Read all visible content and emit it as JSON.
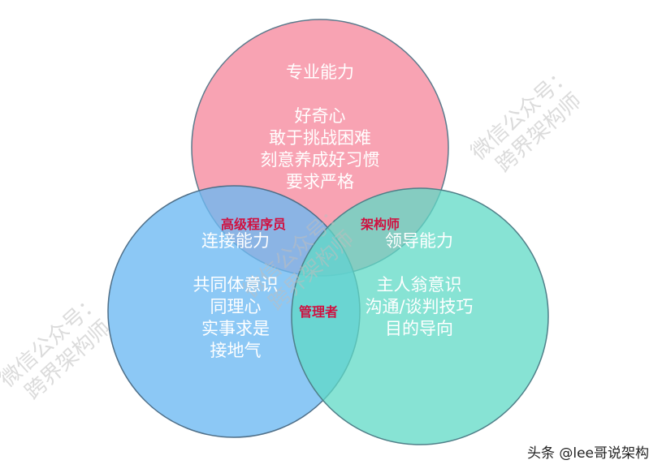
{
  "diagram": {
    "type": "venn",
    "circles": [
      {
        "id": "pro",
        "title": "专业能力",
        "items": [
          "好奇心",
          "敢于挑战困难",
          "刻意养成好习惯",
          "要求严格"
        ],
        "color": "#f8a3b3"
      },
      {
        "id": "connect",
        "title": "连接能力",
        "items": [
          "共同体意识",
          "同理心",
          "实事求是",
          "接地气"
        ],
        "color": "#86c7f5"
      },
      {
        "id": "lead",
        "title": "领导能力",
        "items": [
          "主人翁意识",
          "沟通/谈判技巧",
          "目的导向"
        ],
        "color": "#80e3d4"
      }
    ],
    "intersections": {
      "pro_connect": "高级程序员",
      "pro_lead": "架构师",
      "connect_lead": "管理者"
    }
  },
  "watermark": {
    "line1": "微信公众号：",
    "line2": "跨界架构师"
  },
  "credit": "头条 @lee哥说架构"
}
